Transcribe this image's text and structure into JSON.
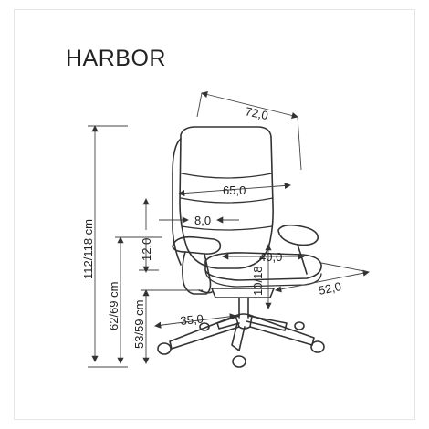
{
  "title": "HARBOR",
  "dimensions": {
    "width": "72,0",
    "backrest_width": "65,0",
    "lumbar": "8,0",
    "armrest_height": "12,0",
    "seat_width": "40,0",
    "seat_thickness": "10/18",
    "depth": "52,0",
    "base_radius": "35,0",
    "total_height": "112/118 cm",
    "armrest_floor": "62/69 cm",
    "seat_height": "53/59 cm"
  }
}
